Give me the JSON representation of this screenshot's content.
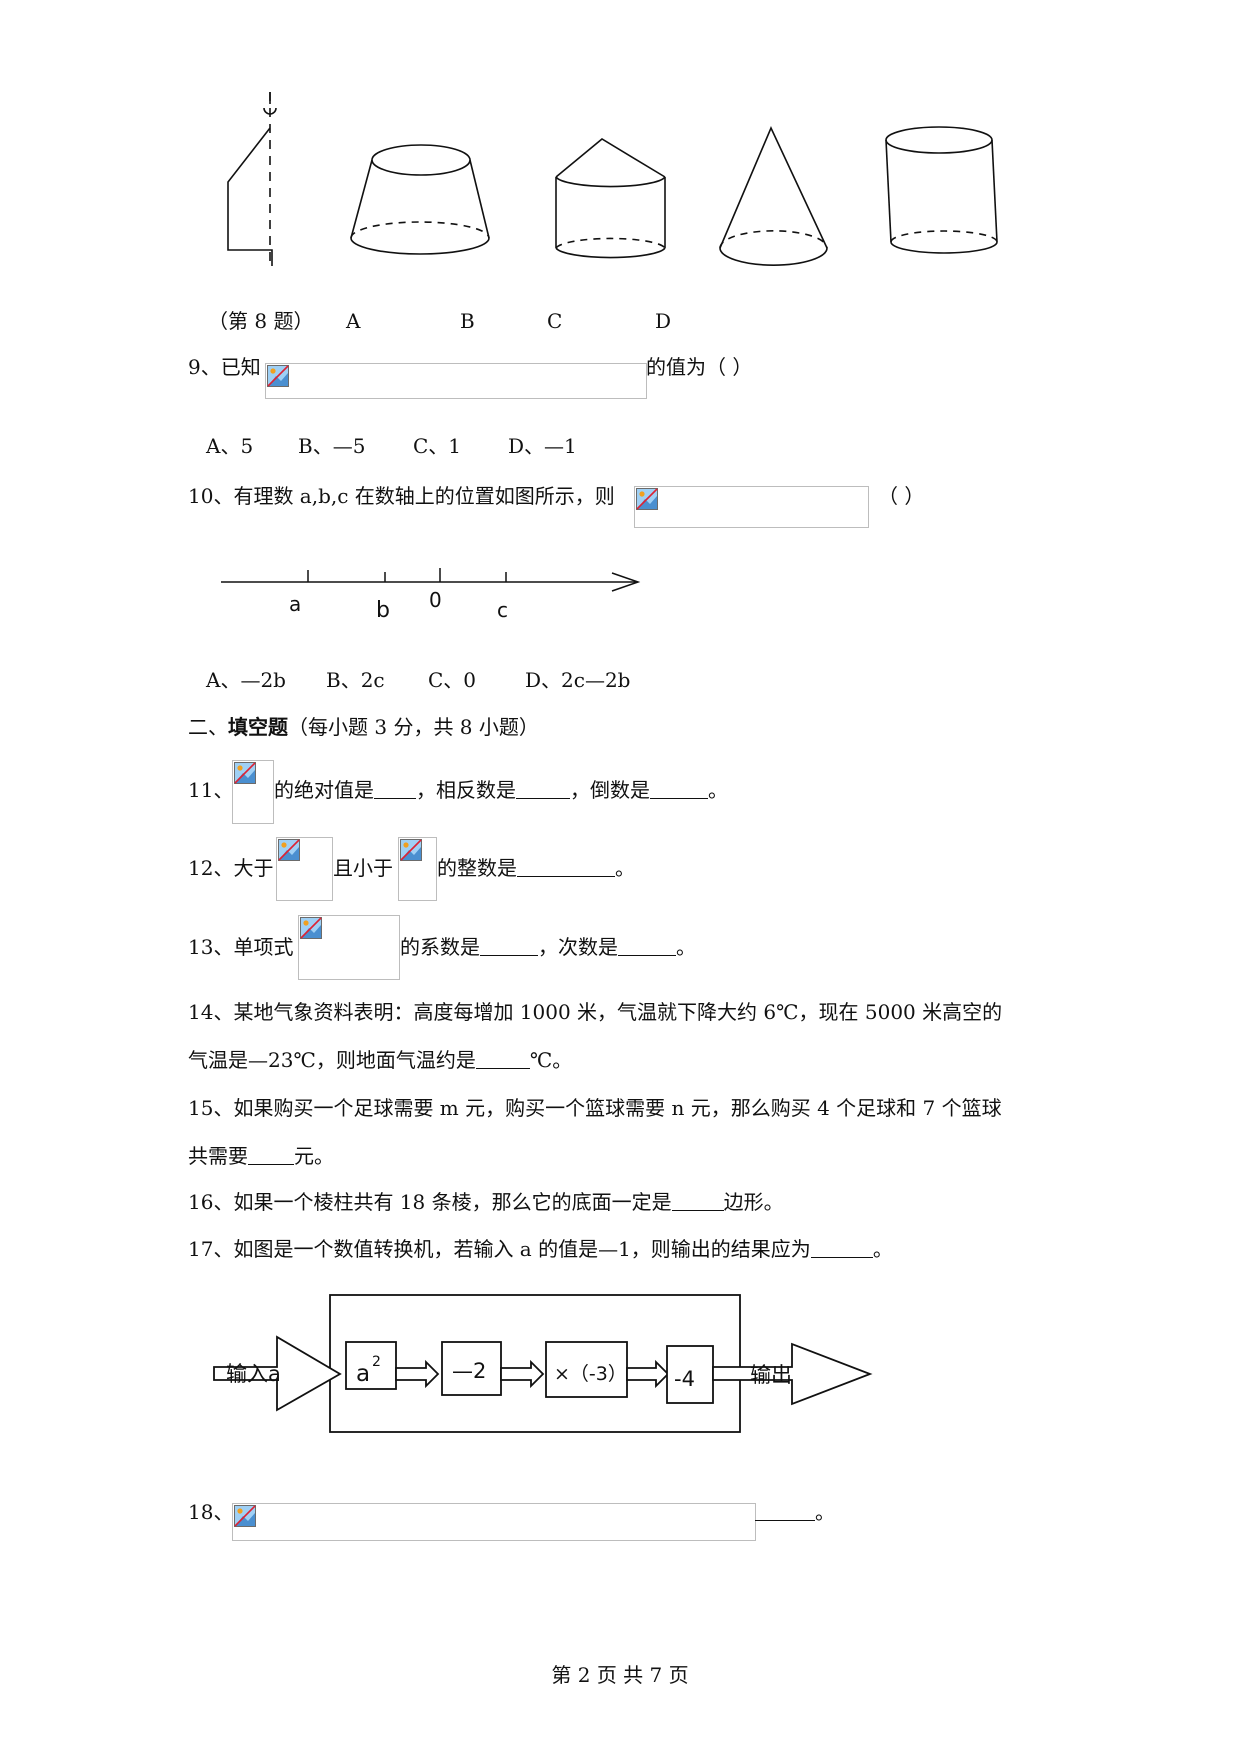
{
  "q8": {
    "caption": "（第 8 题）",
    "options": [
      "A",
      "B",
      "C",
      "D"
    ]
  },
  "q9": {
    "prefix": "9、已知",
    "suffix": "的值为（    ）",
    "options": [
      "A、5",
      "B、—5",
      "C、1",
      "D、—1"
    ]
  },
  "q10": {
    "prefix": "10、有理数 a,b,c 在数轴上的位置如图所示，则",
    "paren": "（    ）",
    "axis_labels": [
      "a",
      "b",
      "0",
      "c"
    ],
    "options": [
      "A、—2b",
      "B、2c",
      "C、0",
      "D、2c—2b"
    ]
  },
  "section2": {
    "title_num": "二、",
    "title_bold": "填空题",
    "title_note": "（每小题 3 分，共 8 小题）"
  },
  "q11": {
    "num": "11、",
    "t1": "的绝对值是",
    "t2": "，相反数是",
    "t3": "，倒数是",
    "end": "。"
  },
  "q12": {
    "num": "12、大于",
    "t1": "且小于",
    "t2": "的整数是",
    "end": "。"
  },
  "q13": {
    "num": "13、单项式",
    "t1": "的系数是",
    "t2": "，次数是",
    "end": "。"
  },
  "q14": {
    "line1": "14、某地气象资料表明：高度每增加 1000 米，气温就下降大约 6℃，现在 5000 米高空的",
    "line2a": "气温是—23℃，则地面气温约是",
    "line2b": "℃。"
  },
  "q15": {
    "line1": "15、如果购买一个足球需要 m 元，购买一个篮球需要 n 元，那么购买 4 个足球和 7 个篮球",
    "line2a": "共需要",
    "line2b": "元。"
  },
  "q16": {
    "a": "16、如果一个棱柱共有 18 条棱，那么它的底面一定是",
    "b": "边形。"
  },
  "q17": {
    "a": "17、如图是一个数值转换机，若输入 a 的值是—1，则输出的结果应为",
    "b": "。",
    "input_label": "输入a",
    "box1_base": "a",
    "box1_exp": "2",
    "box2": "—2",
    "box3": "×（-3）",
    "box4": "-4",
    "output_label": "输出"
  },
  "q18": {
    "num": "18、",
    "end": "。"
  },
  "footer": "第 2 页 共 7 页"
}
